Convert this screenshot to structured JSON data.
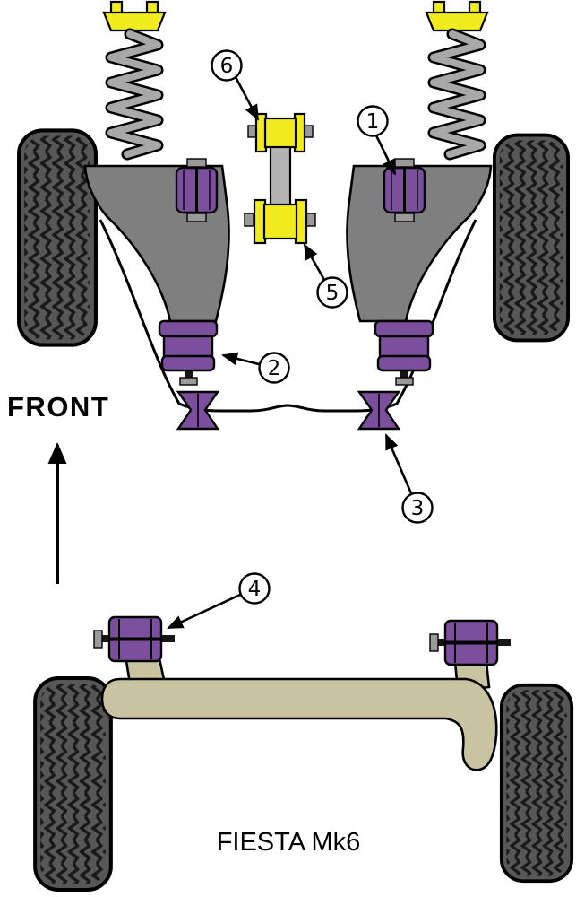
{
  "diagram": {
    "front_label": "FRONT",
    "model_label": "FIESTA Mk6",
    "callouts": [
      {
        "number": "1"
      },
      {
        "number": "2"
      },
      {
        "number": "3"
      },
      {
        "number": "4"
      },
      {
        "number": "5"
      },
      {
        "number": "6"
      }
    ],
    "colors": {
      "bush_purple": "#7B4F9E",
      "bush_yellow": "#F2EC1F",
      "arm_gray": "#7F7F7F",
      "link_gray": "#B3B3B3",
      "spring_gray": "#A8A8A8",
      "tire_gray": "#575757",
      "beam_tan": "#C9C3A2",
      "bolt_gray": "#9A9A9A"
    }
  }
}
